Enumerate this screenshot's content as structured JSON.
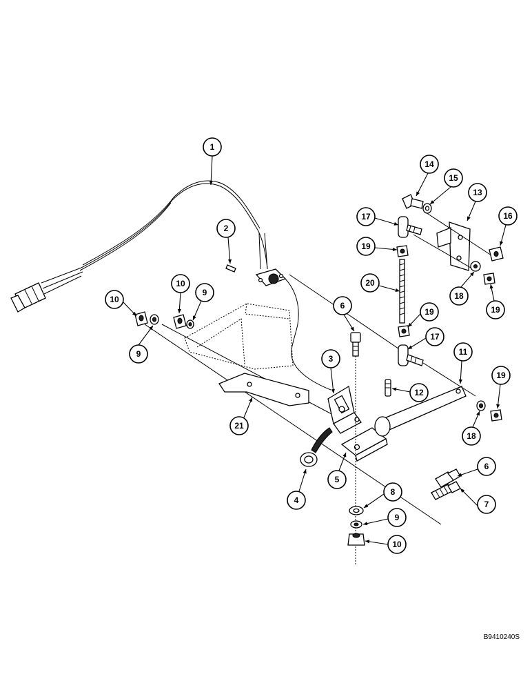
{
  "diagram": {
    "reference_code": "B9410240S",
    "callouts": [
      {
        "id": "c1",
        "label": "1"
      },
      {
        "id": "c2",
        "label": "2"
      },
      {
        "id": "c3",
        "label": "3"
      },
      {
        "id": "c4",
        "label": "4"
      },
      {
        "id": "c5",
        "label": "5"
      },
      {
        "id": "c6a",
        "label": "6"
      },
      {
        "id": "c6b",
        "label": "6"
      },
      {
        "id": "c7",
        "label": "7"
      },
      {
        "id": "c8",
        "label": "8"
      },
      {
        "id": "c9a",
        "label": "9"
      },
      {
        "id": "c9b",
        "label": "9"
      },
      {
        "id": "c9c",
        "label": "9"
      },
      {
        "id": "c10a",
        "label": "10"
      },
      {
        "id": "c10b",
        "label": "10"
      },
      {
        "id": "c10c",
        "label": "10"
      },
      {
        "id": "c11",
        "label": "11"
      },
      {
        "id": "c12",
        "label": "12"
      },
      {
        "id": "c13",
        "label": "13"
      },
      {
        "id": "c14",
        "label": "14"
      },
      {
        "id": "c15",
        "label": "15"
      },
      {
        "id": "c16",
        "label": "16"
      },
      {
        "id": "c17a",
        "label": "17"
      },
      {
        "id": "c17b",
        "label": "17"
      },
      {
        "id": "c18a",
        "label": "18"
      },
      {
        "id": "c18b",
        "label": "18"
      },
      {
        "id": "c19a",
        "label": "19"
      },
      {
        "id": "c19b",
        "label": "19"
      },
      {
        "id": "c19c",
        "label": "19"
      },
      {
        "id": "c19d",
        "label": "19"
      },
      {
        "id": "c20",
        "label": "20"
      },
      {
        "id": "c21",
        "label": "21"
      }
    ]
  }
}
